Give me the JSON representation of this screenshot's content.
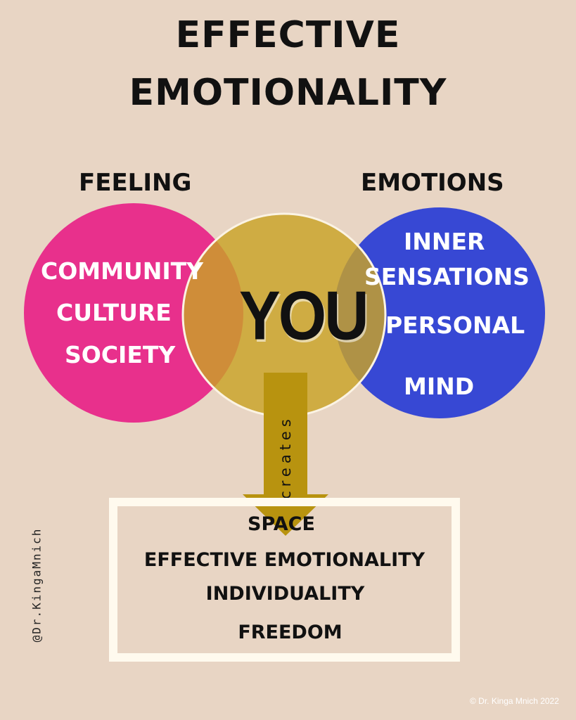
{
  "title": {
    "line1": "EFFECTIVE",
    "line2": "EMOTIONALITY"
  },
  "left": {
    "heading": "FEELING",
    "items": [
      "COMMUNITY",
      "CULTURE",
      "SOCIETY"
    ],
    "color": "#e8308c"
  },
  "right": {
    "heading": "EMOTIONS",
    "items": [
      "INNER",
      "SENSATIONS",
      "PERSONAL",
      "MIND"
    ],
    "color": "#3748d4"
  },
  "center": {
    "label": "YOU",
    "color": "#c9a227"
  },
  "arrow": {
    "label": "creates",
    "color": "#b8930f"
  },
  "result": {
    "items": [
      "SPACE",
      "EFFECTIVE EMOTIONALITY",
      "INDIVIDUALITY",
      "FREEDOM"
    ]
  },
  "watermark": "@Dr.KingaMnich",
  "copyright": "© Dr. Kinga Mnich 2022"
}
